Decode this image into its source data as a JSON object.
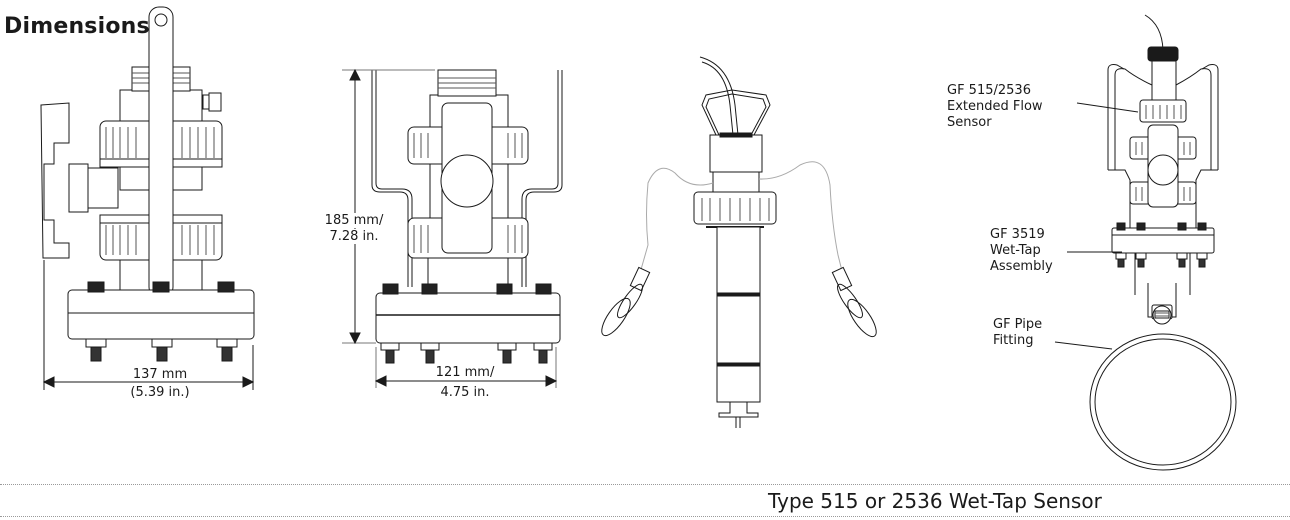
{
  "page": {
    "title": "Dimensions",
    "caption": "Type 515 or 2536 Wet-Tap Sensor"
  },
  "drawings": [
    {
      "id": "side-view",
      "dimensions": {
        "width_mm": "137 mm",
        "width_in": "(5.39 in.)"
      }
    },
    {
      "id": "front-view",
      "dimensions": {
        "height_mm": "185 mm/",
        "height_in": "7.28 in.",
        "width_mm": "121 mm/",
        "width_in": "4.75 in."
      }
    },
    {
      "id": "sensor-view"
    },
    {
      "id": "assembly-view",
      "callouts": [
        {
          "lines": [
            "GF 515/2536",
            "Extended Flow",
            "Sensor"
          ]
        },
        {
          "lines": [
            "GF 3519",
            "Wet-Tap",
            "Assembly"
          ]
        },
        {
          "lines": [
            "GF Pipe",
            "Fitting"
          ]
        }
      ]
    }
  ],
  "colors": {
    "ink": "#1a1a1a",
    "rule": "#9a9a9a",
    "fill": "#ffffff"
  }
}
